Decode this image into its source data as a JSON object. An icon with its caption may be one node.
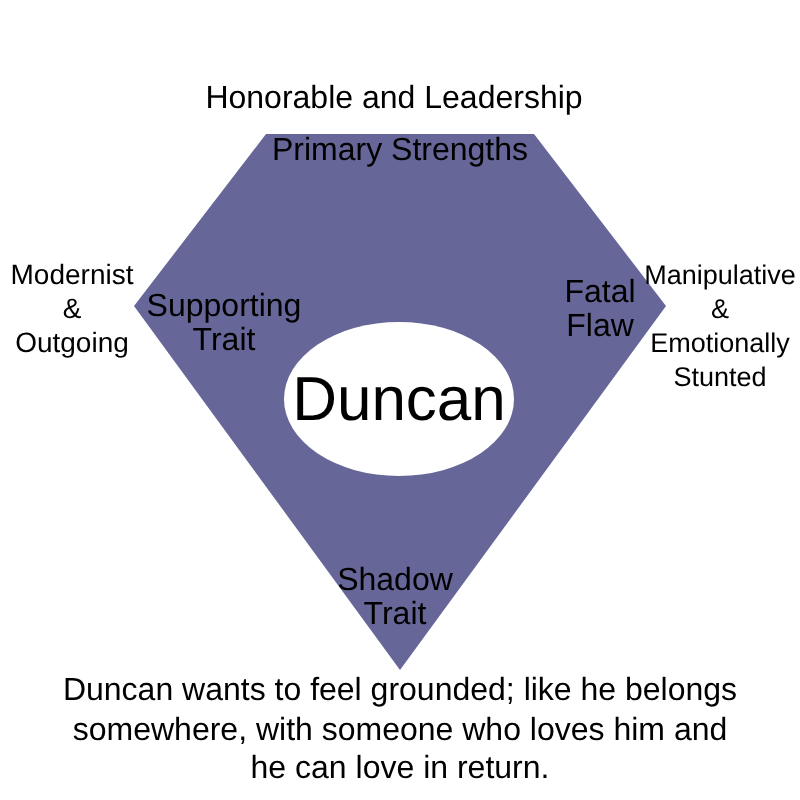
{
  "diagram": {
    "caption": "Duncan wants to feel grounded; like he belongs somewhere, with someone who loves him and he can love in return.",
    "nodes": [
      {
        "text": [
          "Primary Strengths",
          "Supporting Trait",
          "Fatal Flaw",
          "Shadow Trait"
        ]
      },
      {
        "text": [
          "Duncan"
        ],
        "in": 0
      }
    ],
    "labels": [
      "Honorable and Leadership",
      "Modernist & Outgoing",
      "Manipulative & Emotionally Stunted"
    ]
  }
}
